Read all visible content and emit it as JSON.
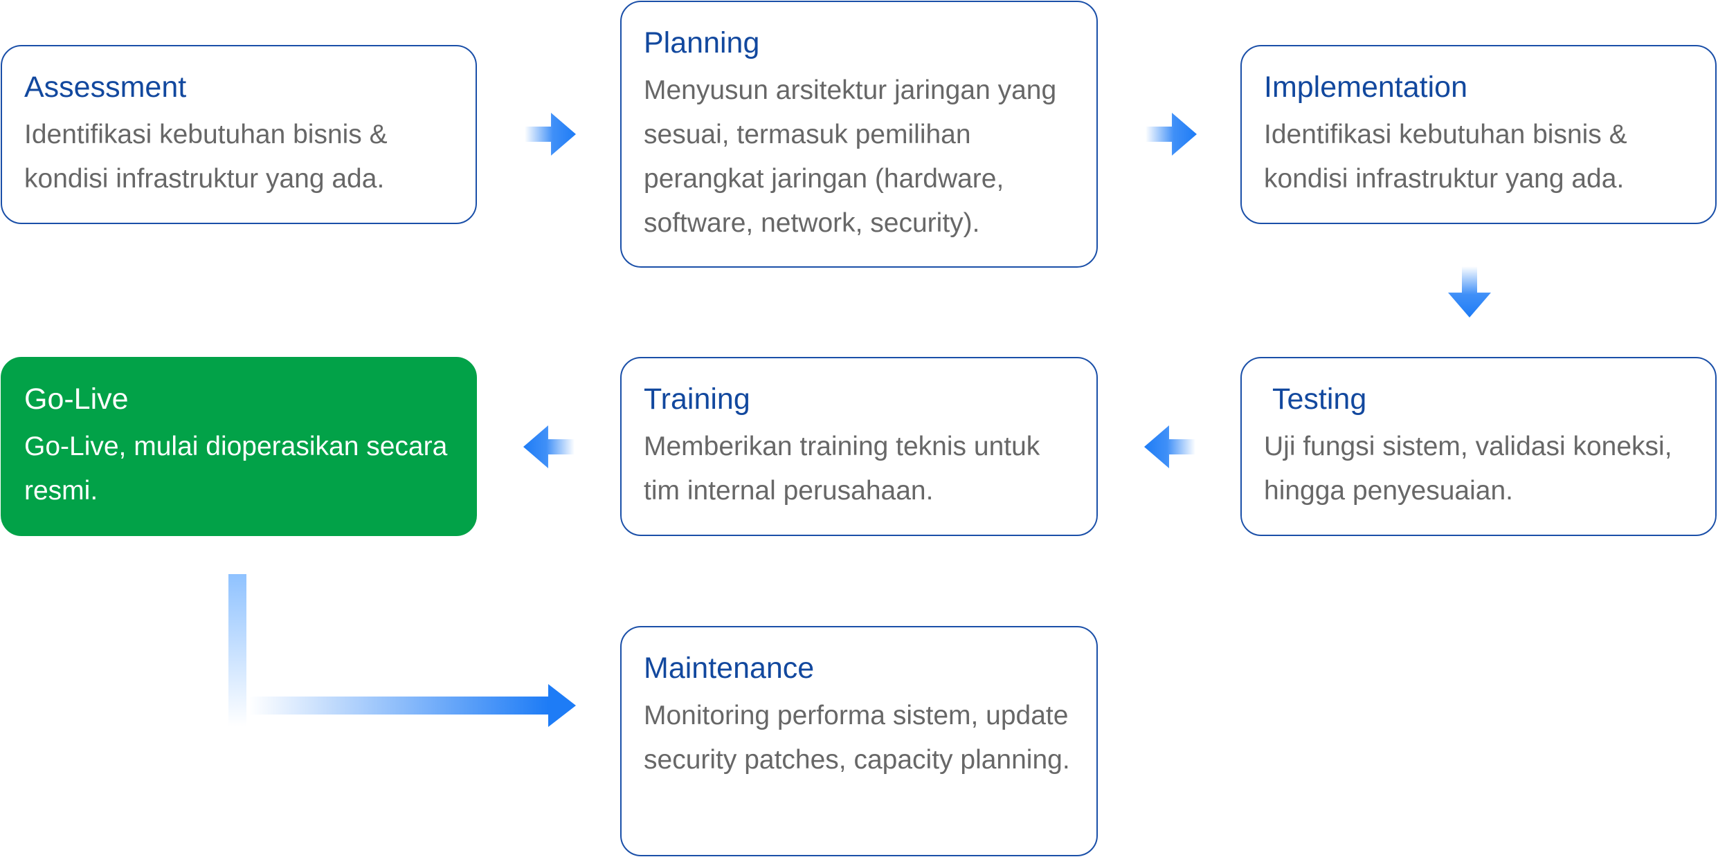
{
  "steps": [
    {
      "id": "assessment",
      "title": "Assessment",
      "description": "Identifikasi kebutuhan bisnis & kondisi infrastruktur yang ada."
    },
    {
      "id": "planning",
      "title": "Planning",
      "description": "Menyusun arsitektur jaringan yang sesuai, termasuk pemilihan perangkat jaringan (hardware, software, network, security)."
    },
    {
      "id": "implementation",
      "title": "Implementation",
      "description": "Identifikasi kebutuhan bisnis & kondisi infrastruktur yang ada."
    },
    {
      "id": "testing",
      "title": "Testing",
      "description": "Uji fungsi sistem, validasi koneksi, hingga penyesuaian."
    },
    {
      "id": "training",
      "title": "Training",
      "description": "Memberikan training teknis untuk tim internal perusahaan."
    },
    {
      "id": "go-live",
      "title": "Go-Live",
      "description": "Go-Live, mulai dioperasikan secara resmi.",
      "highlighted": true
    },
    {
      "id": "maintenance",
      "title": "Maintenance",
      "description": "Monitoring performa sistem, update security patches, capacity planning."
    }
  ],
  "flow": [
    {
      "from": "assessment",
      "to": "planning",
      "direction": "right"
    },
    {
      "from": "planning",
      "to": "implementation",
      "direction": "right"
    },
    {
      "from": "implementation",
      "to": "testing",
      "direction": "down"
    },
    {
      "from": "testing",
      "to": "training",
      "direction": "left"
    },
    {
      "from": "training",
      "to": "go-live",
      "direction": "left"
    },
    {
      "from": "go-live",
      "to": "maintenance",
      "direction": "down-then-right"
    }
  ],
  "colors": {
    "card_border": "#1a4fa8",
    "title_text": "#12489e",
    "body_text": "#676767",
    "highlight_fill": "#02a248",
    "arrow": "#1e7cf6"
  },
  "icons": [
    "arrow-right-icon",
    "arrow-down-icon",
    "arrow-left-icon",
    "elbow-arrow-icon"
  ]
}
